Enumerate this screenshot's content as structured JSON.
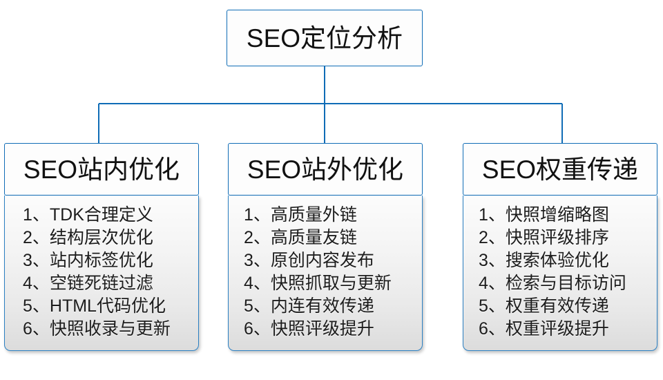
{
  "diagram": {
    "type": "org-tree",
    "root": {
      "label": "SEO定位分析"
    },
    "branches": [
      {
        "title": "SEO站内优化",
        "items": [
          "1、TDK合理定义",
          "2、结构层次优化",
          "3、站内标签优化",
          "4、空链死链过滤",
          "5、HTML代码优化",
          "6、快照收录与更新"
        ]
      },
      {
        "title": "SEO站外优化",
        "items": [
          "1、高质量外链",
          "2、高质量友链",
          "3、原创内容发布",
          "4、快照抓取与更新",
          "5、内连有效传递",
          "6、快照评级提升"
        ]
      },
      {
        "title": "SEO权重传递",
        "items": [
          "1、快照增缩略图",
          "2、快照评级排序",
          "3、搜索体验优化",
          "4、检索与目标访问",
          "5、权重有效传递",
          "6、权重评级提升"
        ]
      }
    ],
    "colors": {
      "connector": "#0f6cb6",
      "box_border": "#0f6cb6",
      "list_border": "#2a7fc2",
      "box_fill": "#fdfdfd",
      "text": "#111111",
      "background": "#ffffff"
    }
  }
}
